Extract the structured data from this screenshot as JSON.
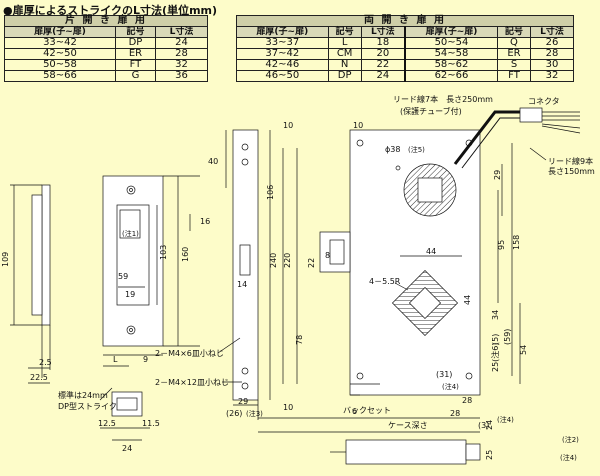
{
  "title": "●扉厚によるストライクのL寸法(単位mm)",
  "one_side_table": {
    "group": "片 開 き 扉 用",
    "headers": [
      "扉厚(子~扉)",
      "記号",
      "L寸法"
    ],
    "rows": [
      [
        "33~42",
        "DP",
        "24"
      ],
      [
        "42~50",
        "ER",
        "28"
      ],
      [
        "50~58",
        "FT",
        "32"
      ],
      [
        "58~66",
        "G",
        "36"
      ]
    ]
  },
  "double_table": {
    "group": "両 開 き 扉 用",
    "headers": [
      "扉厚(子~扉)",
      "記号",
      "L寸法",
      "扉厚(子~扉)",
      "記号",
      "L寸法"
    ],
    "rows": [
      [
        "33~37",
        "L",
        "18",
        "50~54",
        "Q",
        "26"
      ],
      [
        "37~42",
        "CM",
        "20",
        "54~58",
        "ER",
        "28"
      ],
      [
        "42~46",
        "N",
        "22",
        "58~62",
        "S",
        "30"
      ],
      [
        "46~50",
        "DP",
        "24",
        "62~66",
        "FT",
        "32"
      ]
    ]
  },
  "labels": {
    "lead7": "リード線7本　長さ250mm",
    "tube": "(保護チューブ付)",
    "connector": "コネクタ",
    "lead9": "リード線9本",
    "lead9_len": "長さ150mm",
    "dia38": "ϕ38",
    "note5": "(注5)",
    "r_label": "4－5.5R",
    "screw6": "2－M4×6皿小ねじ",
    "screw12": "2－M4×12皿小ねじ",
    "standard1": "標準は24mm",
    "standard2": "DP型ストライク",
    "backset": "バックセット",
    "case_depth": "ケース深さ",
    "note1": "(注1)",
    "note2": "(注2)",
    "note3": "(注3)",
    "note4": "(注4)",
    "note4b": "(注4)",
    "note4c": "(注4)"
  },
  "dims": {
    "d109": "109",
    "d2_5": "2.5",
    "d22_5": "22.5",
    "dL": "L",
    "d9": "9",
    "d59": "59",
    "d19": "19",
    "d103": "103",
    "d160": "160",
    "d16": "16",
    "d12_5": "12.5",
    "d11_5": "11.5",
    "d24": "24",
    "d40": "40",
    "d14": "14",
    "d29": "29",
    "d26": "(26)",
    "d240": "240",
    "d220": "220",
    "d10a": "10",
    "d10b": "10",
    "d10c": "10",
    "d106": "106",
    "d78": "78",
    "d22": "22",
    "d44": "44",
    "d44b": "44",
    "d8": "8",
    "d29b": "29",
    "d95": "95",
    "d158": "158",
    "d34": "34",
    "d5": "(5)",
    "d59b": "(59)",
    "d54": "54",
    "d25": "25(注6)",
    "d31": "(31)",
    "d28": "28",
    "d28b": "28",
    "d6": "6",
    "d3": "(3)",
    "d25b": "25",
    "d24b": "24"
  }
}
